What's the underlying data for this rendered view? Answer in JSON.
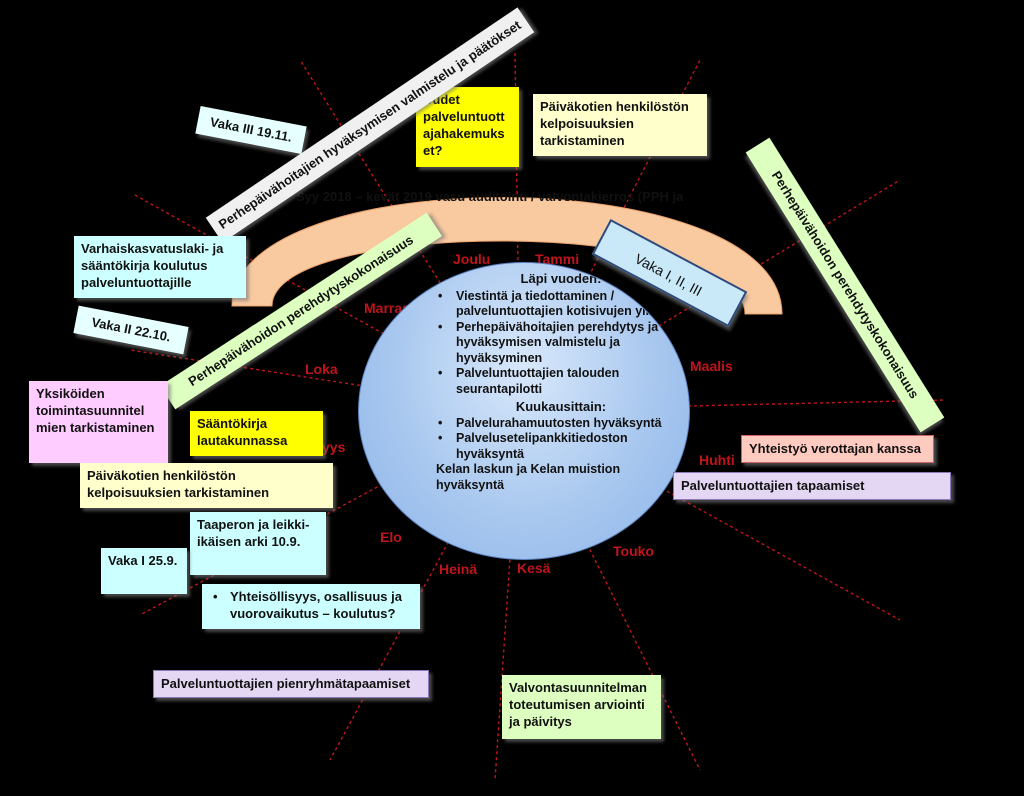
{
  "arch_title": "Syy 2018 – kevät 2019 vasu auditointi  /  valvontakierros (PPH ja",
  "months": {
    "joulu": "Joulu",
    "tammi": "Tammi",
    "marras": "Marras",
    "loka": "Loka",
    "maalis": "Maalis",
    "huhti": "Huhti",
    "syys": "yys",
    "elo": "Elo",
    "heina": "Heinä",
    "kesa": "Kesä",
    "touko": "Touko"
  },
  "center": {
    "title": "Läpi vuoden:",
    "yearly": [
      "Viestintä ja tiedottaminen / palveluntuottajien kotisivujen ylläpito",
      "Perhepäivähoitajien perehdytys ja hyväksymisen valmistelu ja hyväksyminen",
      "Palveluntuottajien talouden seurantapilotti"
    ],
    "monthly_title": "Kuukausittain:",
    "monthly": [
      "Palvelurahamuutosten hyväksyntä",
      "Palvelusetelipankkitiedoston hyväksyntä"
    ],
    "monthly_extra": "Kelan laskun  ja Kelan muistion hyväksyntä"
  },
  "boxes": {
    "uudet": "Uudet palveluntuott ajahakemuks et?",
    "kelpoisuus_top": "Päiväkotien henkilöstön kelpoisuuksien tarkistaminen",
    "vaka3": "Vaka III 19.11.",
    "pph_valmistelu": "Perhepäivähoitajien hyväksymisen valmistelu ja päätökset",
    "varhais": "Varhaiskasvatuslaki- ja sääntökirja koulutus palveluntuottajille",
    "vaka2": "Vaka II 22.10.",
    "pph_pereh_left": "Perhepäivähoidon perehdytyskokonaisuus",
    "vaka123": "Vaka I, II, III",
    "pph_pereh_right": "Perhepäivähoidon perehdytyskokonaisuus",
    "yksikot": "Yksiköiden toimintasuunnitel mien tarkistaminen",
    "saantokirja": "Sääntökirja lautakunnassa",
    "kelpoisuus_left": "Päiväkotien henkilöstön kelpoisuuksien tarkistaminen",
    "yhteistyo": "Yhteistyö verottajan kanssa",
    "tapaamiset": "Palveluntuottajien tapaamiset",
    "taapero": "Taaperon ja leikki-ikäisen arki 10.9.",
    "vaka1": "Vaka I 25.9.",
    "yhteisollisyys": "Yhteisöllisyys, osallisuus ja vuorovaikutus – koulutus?",
    "pienryhma": "Palveluntuottajien pienryhmätapaamiset",
    "valvonta": "Valvontasuunnitelman toteutumisen arviointi ja päivitys"
  },
  "colors": {
    "background": "#000000",
    "month_text": "#c0141b",
    "arch": "#f9c9a0",
    "center_fill": "#a9c8ef",
    "dashed_lines": "#c0141b"
  }
}
